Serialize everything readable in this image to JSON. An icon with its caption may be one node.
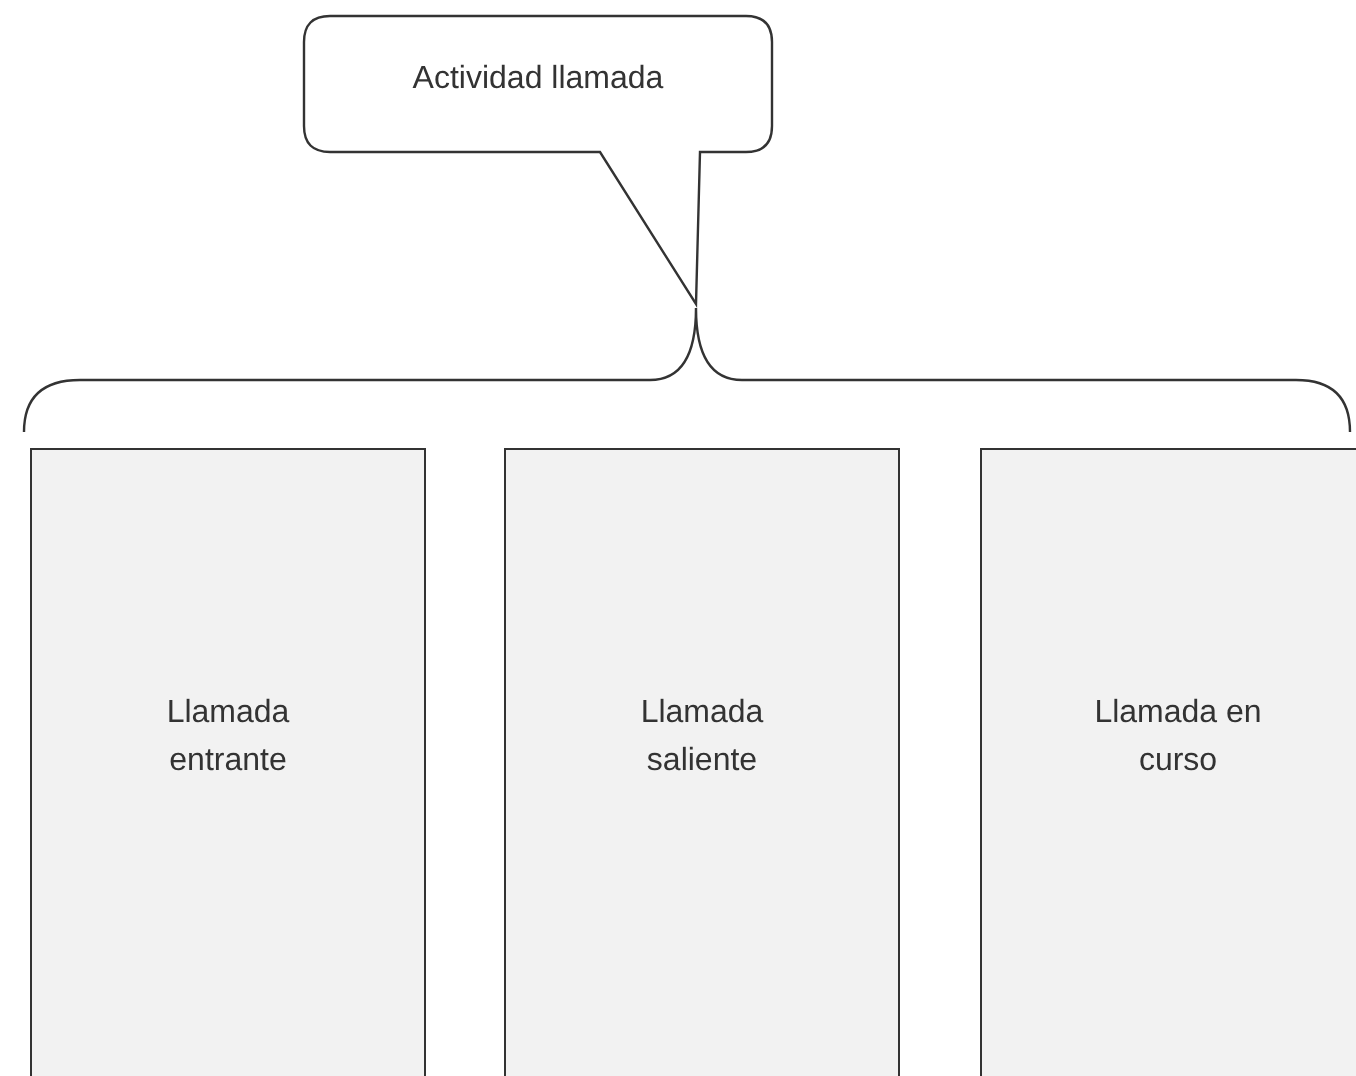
{
  "diagram": {
    "nodes": [
      {
        "text": [
          "Actividad llamada"
        ]
      },
      {
        "text": [
          "Llamada entrante"
        ]
      },
      {
        "text": [
          "Llamada saliente"
        ]
      },
      {
        "text": [
          "Llamada en curso"
        ]
      }
    ]
  }
}
